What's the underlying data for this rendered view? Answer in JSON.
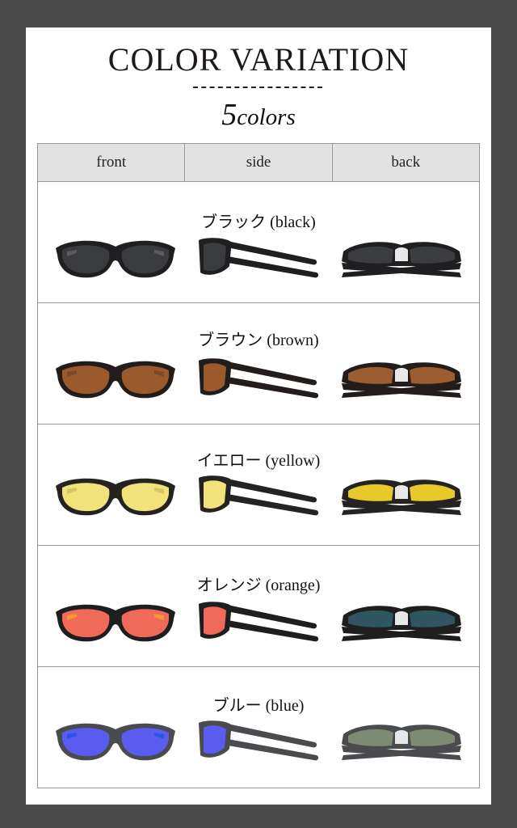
{
  "header": {
    "title": "COLOR VARIATION",
    "count_number": "5",
    "count_text": "colors"
  },
  "table": {
    "columns": [
      "front",
      "side",
      "back"
    ],
    "rows": [
      {
        "label": "ブラック (black)",
        "lens": "#3a3b3e",
        "lens_back": "#3c3d40",
        "frame": "#1f1f21",
        "accent": "#5a5a5c"
      },
      {
        "label": "ブラウン (brown)",
        "lens": "#9a5a2c",
        "lens_back": "#9c5d30",
        "frame": "#221d1b",
        "accent": "#7a4a26"
      },
      {
        "label": "イエロー (yellow)",
        "lens": "#f1e27a",
        "lens_back": "#e9c92a",
        "frame": "#242321",
        "accent": "#d8c660"
      },
      {
        "label": "オレンジ (orange)",
        "lens": "#f06a5a",
        "lens_back": "#2e5560",
        "frame": "#1e1e1f",
        "accent": "#f49a2a"
      },
      {
        "label": "ブルー (blue)",
        "lens": "#5a5cf0",
        "lens_back": "#7f8a74",
        "frame": "#4a4b4e",
        "accent": "#2a56e8"
      }
    ]
  }
}
